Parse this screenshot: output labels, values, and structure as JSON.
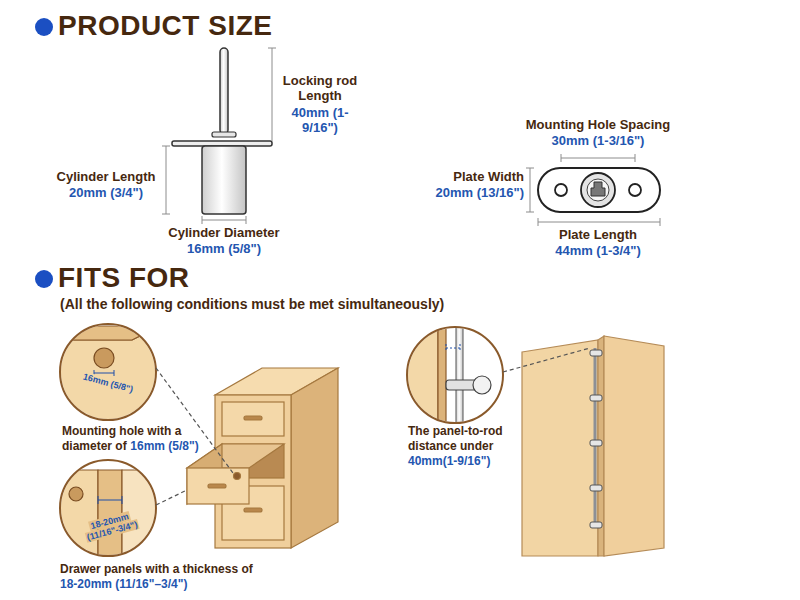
{
  "diagram": {
    "labels": [
      "PRODUCT SIZE",
      "Locking rod Length",
      "40mm (1-9/16\")",
      "Cylinder Length",
      "20mm (3/4\")",
      "Cylinder Diameter",
      "16mm (5/8\")",
      "Mounting Hole Spacing",
      "30mm (1-3/16\")",
      "Plate Width",
      "20mm (13/16\")",
      "Plate Length",
      "44mm (1-3/4\")",
      "FITS FOR",
      "(All the following conditions must be met simultaneously)",
      "16mm (5/8\")",
      "Mounting hole with a diameter of",
      "16mm (5/8\")",
      "18-20mm (11/16\"-3/4\")",
      "Drawer panels with a thickness of",
      "18-20mm (11/16\"–3/4\")",
      "The panel-to-rod distance under",
      "40mm(1-9/16\")"
    ]
  }
}
